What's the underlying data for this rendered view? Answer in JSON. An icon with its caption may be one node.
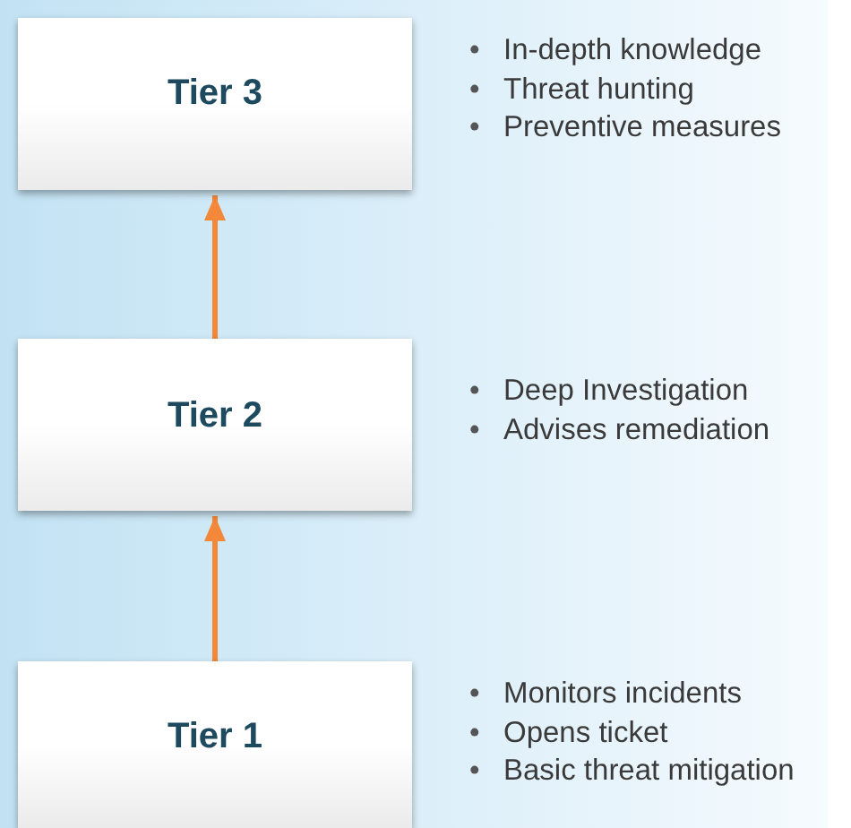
{
  "diagram": {
    "nodes": [
      {
        "text": [
          "Tier 3"
        ],
        "beside": [
          "• In-depth knowledge",
          "• Threat hunting",
          "• Preventive measures"
        ]
      },
      {
        "text": [
          "Tier 2"
        ],
        "beside": [
          "• Deep Investigation",
          "• Advises remediation"
        ]
      },
      {
        "text": [
          "Tier 1"
        ],
        "beside": [
          "• Monitors incidents",
          "• Opens ticket",
          "• Basic threat mitigation"
        ]
      }
    ],
    "edges": [
      {
        "from": 2,
        "to": 1,
        "arrow": "to"
      },
      {
        "from": 1,
        "to": 0,
        "arrow": "to"
      }
    ]
  }
}
